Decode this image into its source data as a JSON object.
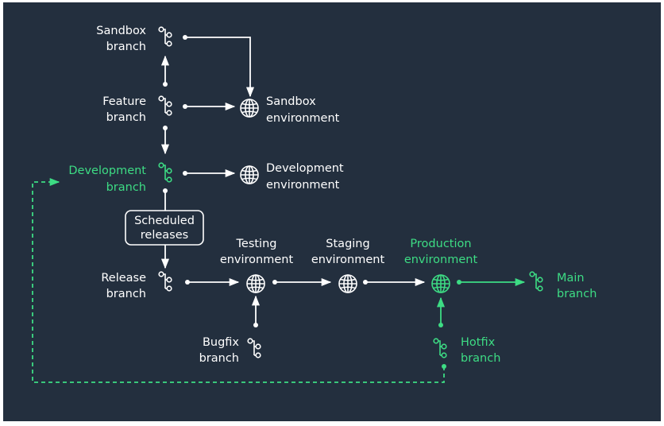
{
  "colors": {
    "background": "#232f3e",
    "line": "#ffffff",
    "accent": "#3ddc84"
  },
  "icons": {
    "branch": "git-branch-icon",
    "environment": "globe-icon"
  },
  "branches": {
    "sandbox": {
      "line1": "Sandbox",
      "line2": "branch"
    },
    "feature": {
      "line1": "Feature",
      "line2": "branch"
    },
    "development": {
      "line1": "Development",
      "line2": "branch"
    },
    "release": {
      "line1": "Release",
      "line2": "branch"
    },
    "bugfix": {
      "line1": "Bugfix",
      "line2": "branch"
    },
    "hotfix": {
      "line1": "Hotfix",
      "line2": "branch"
    },
    "main": {
      "line1": "Main",
      "line2": "branch"
    }
  },
  "environments": {
    "sandbox": {
      "line1": "Sandbox",
      "line2": "environment"
    },
    "development": {
      "line1": "Development",
      "line2": "environment"
    },
    "testing": {
      "line1": "Testing",
      "line2": "environment"
    },
    "staging": {
      "line1": "Staging",
      "line2": "environment"
    },
    "production": {
      "line1": "Production",
      "line2": "environment"
    }
  },
  "scheduled_releases": {
    "line1": "Scheduled",
    "line2": "releases"
  }
}
